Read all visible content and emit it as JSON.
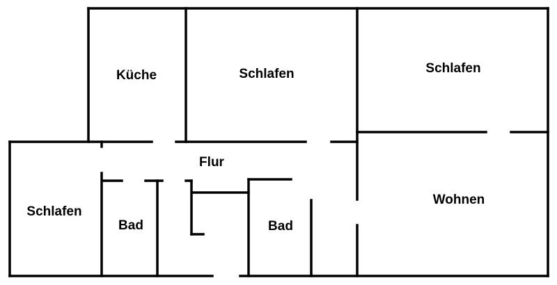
{
  "plan": {
    "wall_color": "#000000",
    "rooms": [
      {
        "id": "kueche",
        "label": "Küche"
      },
      {
        "id": "schlafen-top",
        "label": "Schlafen"
      },
      {
        "id": "schlafen-right",
        "label": "Schlafen"
      },
      {
        "id": "flur",
        "label": "Flur"
      },
      {
        "id": "schlafen-left",
        "label": "Schlafen"
      },
      {
        "id": "bad-left",
        "label": "Bad"
      },
      {
        "id": "bad-right",
        "label": "Bad"
      },
      {
        "id": "wohnen",
        "label": "Wohnen"
      }
    ]
  }
}
